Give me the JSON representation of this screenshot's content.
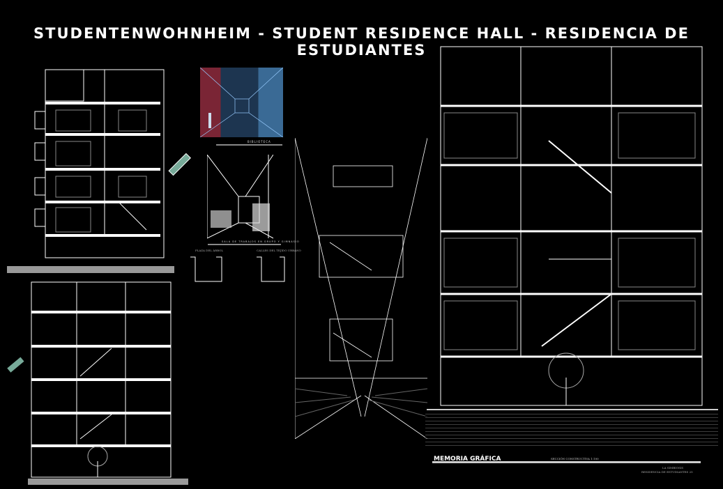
{
  "title": "STUDENTENWOHNHEIM - STUDENT RESIDENCE HALL - RESIDENCIA DE ESTUDIANTES",
  "captions": {
    "render1": "BIBLIOTECA",
    "render2": "SALA DE TRABAJOS EN GRUPO Y GIMNASIO",
    "plan_left": "PLAZA DEL ÁRBOL",
    "plan_right": "CALLES DEL TEJIDO URBANO"
  },
  "footer": {
    "heading": "MEMORIA GRÁFICA",
    "section_label": "SECCIÓN CONSTRUCTIVA 1:100",
    "project": "LA SIMBIOSIS",
    "subtitle": "RESIDENCIA DE ESTUDIANTES",
    "sheet": "25"
  },
  "colors": {
    "background": "#000000",
    "lines": "#ffffff",
    "render_red": "#8a2a3a",
    "render_blue": "#2a6a9a"
  }
}
